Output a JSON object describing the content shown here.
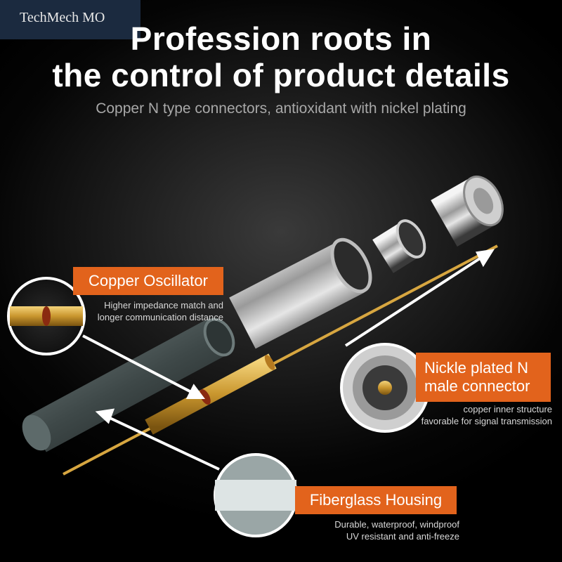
{
  "brand": {
    "text": "TechMech MO"
  },
  "headline": {
    "line1": "Profession roots in",
    "line2": "the control of product details"
  },
  "subtitle": "Copper N type connectors, antioxidant with nickel plating",
  "callouts": {
    "oscillator": {
      "title": "Copper Oscillator",
      "desc_line1": "Higher impedance match and",
      "desc_line2": "longer communication distance"
    },
    "connector": {
      "title_line1": "Nickle plated N",
      "title_line2": "male connector",
      "desc_line1": "copper inner structure",
      "desc_line2": "favorable for signal transmission"
    },
    "housing": {
      "title": "Fiberglass Housing",
      "desc_line1": "Durable, waterproof, windproof",
      "desc_line2": "UV resistant and anti-freeze"
    }
  },
  "colors": {
    "accent": "#e2631c",
    "brand_bg": "#1b2a3f",
    "copper": "#c9962e",
    "housing": "#4a5555"
  }
}
